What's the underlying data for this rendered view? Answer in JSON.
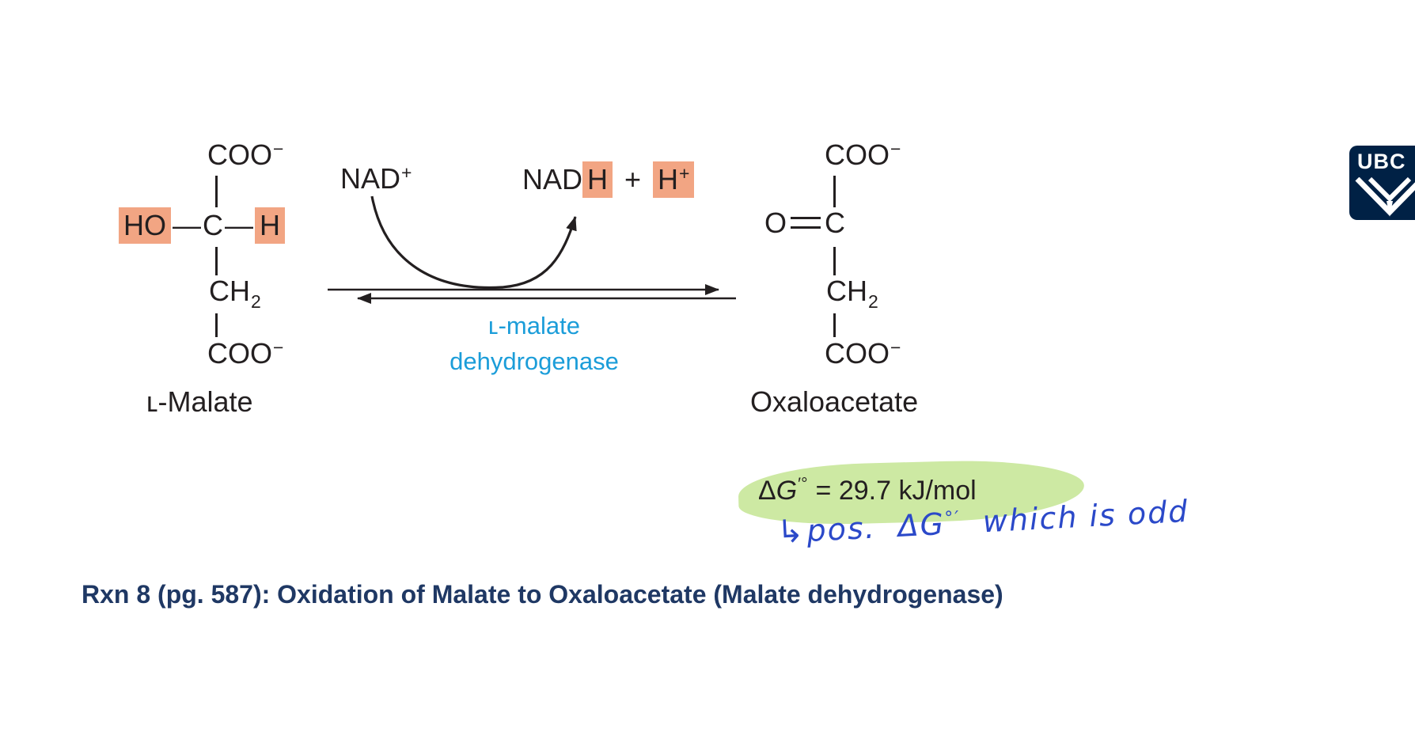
{
  "colors": {
    "highlight_salmon": "#F2A583",
    "enzyme_blue": "#1B9DD9",
    "highlight_green": "#CDE9A3",
    "pen_blue": "#2B49C9",
    "footer_navy": "#1F3864",
    "structure_ink": "#231F20",
    "ubc_navy": "#002145"
  },
  "molecules": {
    "malate": {
      "coo_top": {
        "base": "COO",
        "sup": "−"
      },
      "ho": "HO",
      "bond_dash": "—",
      "c": "C",
      "h": "H",
      "ch2": {
        "base": "CH",
        "sub": "2"
      },
      "coo_bottom": {
        "base": "COO",
        "sup": "−"
      },
      "label": "ʟ-Malate"
    },
    "oxaloacetate": {
      "coo_top": {
        "base": "COO",
        "sup": "−"
      },
      "o": "O",
      "c": "C",
      "ch2": {
        "base": "CH",
        "sub": "2"
      },
      "coo_bottom": {
        "base": "COO",
        "sup": "−"
      },
      "label": "Oxaloacetate"
    }
  },
  "reaction": {
    "nad": {
      "base": "NAD",
      "sup": "+"
    },
    "nadh": {
      "prefix": "NAD",
      "h": "H"
    },
    "plus": "+",
    "h_plus": {
      "base": "H",
      "sup": "+"
    },
    "enzyme_line1": "ʟ-malate",
    "enzyme_line2": "dehydrogenase"
  },
  "annotations": {
    "delta_g": {
      "delta": "Δ",
      "g": "G",
      "primes": "′°",
      "value": "= 29.7 kJ/mol"
    },
    "handwritten": {
      "hook": "↳",
      "pos": "pos.",
      "dg": "ΔG",
      "dg_sup": "°′",
      "rest": "which is odd"
    }
  },
  "footer": {
    "caption": "Rxn 8 (pg. 587): Oxidation of Malate to Oxaloacetate (Malate dehydrogenase)"
  },
  "logo": {
    "text": "UBC"
  }
}
